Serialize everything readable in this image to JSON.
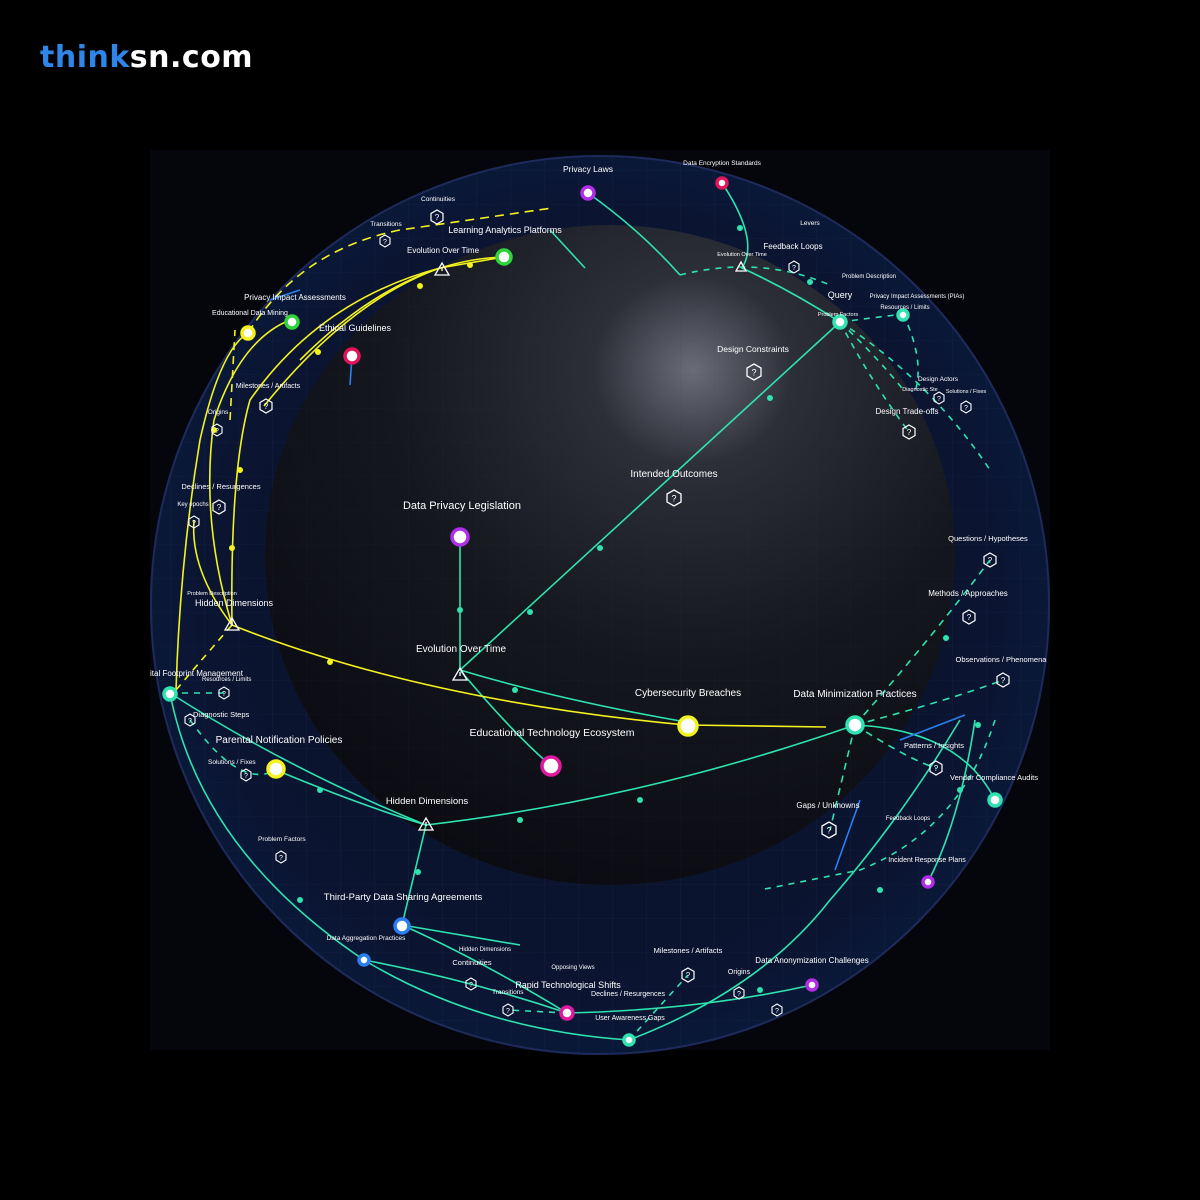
{
  "brand": {
    "part1": "think",
    "part2": "sn.com"
  },
  "colors": {
    "teal": "#2ee3b0",
    "yellow": "#f4f21f",
    "magenta": "#e01aa0",
    "purple": "#b02ee8",
    "green": "#2fd43a",
    "blue": "#2a7ff0",
    "crimson": "#e0155a"
  },
  "nodes": {
    "data_privacy_legislation": "Data Privacy Legislation",
    "evolution_over_time_center": "Evolution Over Time",
    "intended_outcomes": "Intended Outcomes",
    "cybersecurity_breaches": "Cybersecurity Breaches",
    "educational_technology_ecosystem": "Educational Technology Ecosystem",
    "data_minimization_practices": "Data Minimization Practices",
    "hidden_dimensions_left": "Hidden Dimensions",
    "hidden_dimensions_bottom": "Hidden Dimensions",
    "parental_notification_policies": "Parental Notification Policies",
    "digital_footprint_management": "ital Footprint Management",
    "diagnostic_steps": "Diagnostic Steps",
    "solutions_fixes_left": "Solutions / Fixes",
    "resources_limits_left": "Resources / Limits",
    "problem_factors_left": "Problem Factors",
    "third_party": "Third-Party Data Sharing Agreements",
    "data_aggregation_practices": "Data Aggregation Practices",
    "hidden_dimensions_small": "Hidden Dimensions",
    "continuities_bottom": "Continuities",
    "transitions_bottom": "Transitions",
    "opposing_views": "Opposing Views",
    "rapid_technological_shifts": "Rapid Technological Shifts",
    "declines_resurgences_bottom": "Declines / Resurgences",
    "user_awareness_gaps": "User Awareness Gaps",
    "milestones_artifacts_bottom": "Milestones / Artifacts",
    "origins_bottom": "Origins",
    "data_anonymization_challenges": "Data Anonymization Challenges",
    "privacy_laws": "Privacy Laws",
    "data_encryption_standards": "Data Encryption Standards",
    "continuities_top": "Continuities",
    "transitions_top": "Transitions",
    "learning_analytics_platforms": "Learning Analytics Platforms",
    "evolution_over_time_top": "Evolution Over Time",
    "privacy_impact_assessments": "Privacy Impact Assessments",
    "educational_data_mining": "Educational Data Mining",
    "ethical_guidelines": "Ethical Guidelines",
    "milestones_artifacts_top": "Milestones / Artifacts",
    "origins_left": "Origins",
    "declines_resurgences_left": "Declines / Resurgences",
    "key_epochs": "Key epochs",
    "problem_description_left": "Problem Description",
    "levers": "Levers",
    "feedback_loops_top": "Feedback Loops",
    "evolution_over_time_small": "Evolution Over Time",
    "problem_description_right": "Problem Description",
    "query": "Query",
    "pias": "Privacy Impact Assessments (PIAs)",
    "problem_factors_right": "Problem Factors",
    "resources_limits_right": "Resources / Limits",
    "design_constraints": "Design Constraints",
    "design_actors": "Design Actors",
    "diagnostic_steps_right": "Diagnostic Ste",
    "solutions_fixes_right": "Solutions / Fixes",
    "design_tradeoffs": "Design Trade-offs",
    "questions_hypotheses": "Questions / Hypotheses",
    "methods_approaches": "Methods / Approaches",
    "observations_phenomena": "Observations / Phenomena",
    "patterns_insights": "Patterns / Insights",
    "vendor_compliance_audits": "Vendor Compliance Audits",
    "gaps_unknowns": "Gaps / Unknowns",
    "feedback_loops_right": "Feedback Loops",
    "incident_response_plans": "Incident Response Plans"
  }
}
